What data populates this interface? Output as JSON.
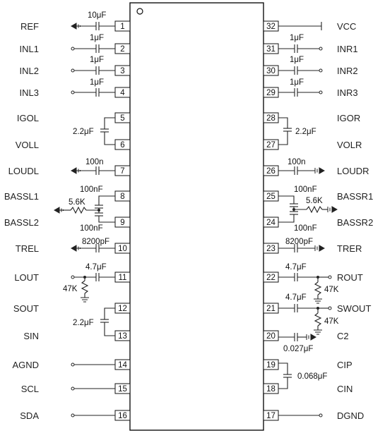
{
  "ic": {
    "pins_left": [
      {
        "num": "1",
        "name": "REF"
      },
      {
        "num": "2",
        "name": "INL1"
      },
      {
        "num": "3",
        "name": "INL2"
      },
      {
        "num": "4",
        "name": "INL3"
      },
      {
        "num": "5",
        "name": "IGOL"
      },
      {
        "num": "6",
        "name": "VOLL"
      },
      {
        "num": "7",
        "name": "LOUDL"
      },
      {
        "num": "8",
        "name": "BASSL1"
      },
      {
        "num": "9",
        "name": "BASSL2"
      },
      {
        "num": "10",
        "name": "TREL"
      },
      {
        "num": "11",
        "name": "LOUT"
      },
      {
        "num": "12",
        "name": "SOUT"
      },
      {
        "num": "13",
        "name": "SIN"
      },
      {
        "num": "14",
        "name": "AGND"
      },
      {
        "num": "15",
        "name": "SCL"
      },
      {
        "num": "16",
        "name": "SDA"
      }
    ],
    "pins_right": [
      {
        "num": "32",
        "name": "VCC"
      },
      {
        "num": "31",
        "name": "INR1"
      },
      {
        "num": "30",
        "name": "INR2"
      },
      {
        "num": "29",
        "name": "INR3"
      },
      {
        "num": "28",
        "name": "IGOR"
      },
      {
        "num": "27",
        "name": "VOLR"
      },
      {
        "num": "26",
        "name": "LOUDR"
      },
      {
        "num": "25",
        "name": "BASSR1"
      },
      {
        "num": "24",
        "name": "BASSR2"
      },
      {
        "num": "23",
        "name": "TRER"
      },
      {
        "num": "22",
        "name": "ROUT"
      },
      {
        "num": "21",
        "name": "SWOUT"
      },
      {
        "num": "20",
        "name": "C2"
      },
      {
        "num": "19",
        "name": "CIP"
      },
      {
        "num": "18",
        "name": "CIN"
      },
      {
        "num": "17",
        "name": "DGND"
      }
    ]
  },
  "components": {
    "c_ref": "10μF",
    "c_inl1": "1μF",
    "c_inl2": "1μF",
    "c_inl3": "1μF",
    "c_inr1": "1μF",
    "c_inr2": "1μF",
    "c_inr3": "1μF",
    "c_igol": "2.2μF",
    "c_igor": "2.2μF",
    "c_loudl": "100n",
    "c_loudr": "100n",
    "c_bassl1": "100nF",
    "c_bassl2": "100nF",
    "r_bassl": "5.6K",
    "c_bassr1": "100nF",
    "c_bassr2": "100nF",
    "r_bassr": "5.6K",
    "c_trel": "8200pF",
    "c_trer": "8200pF",
    "c_lout": "4.7μF",
    "r_lout": "47K",
    "c_rout": "4.7μF",
    "r_rout": "47K",
    "c_swout": "4.7μF",
    "r_swout": "47K",
    "c_sout_sin": "2.2μF",
    "c_c2": "0.027μF",
    "c_cip_cin": "0.068μF"
  }
}
